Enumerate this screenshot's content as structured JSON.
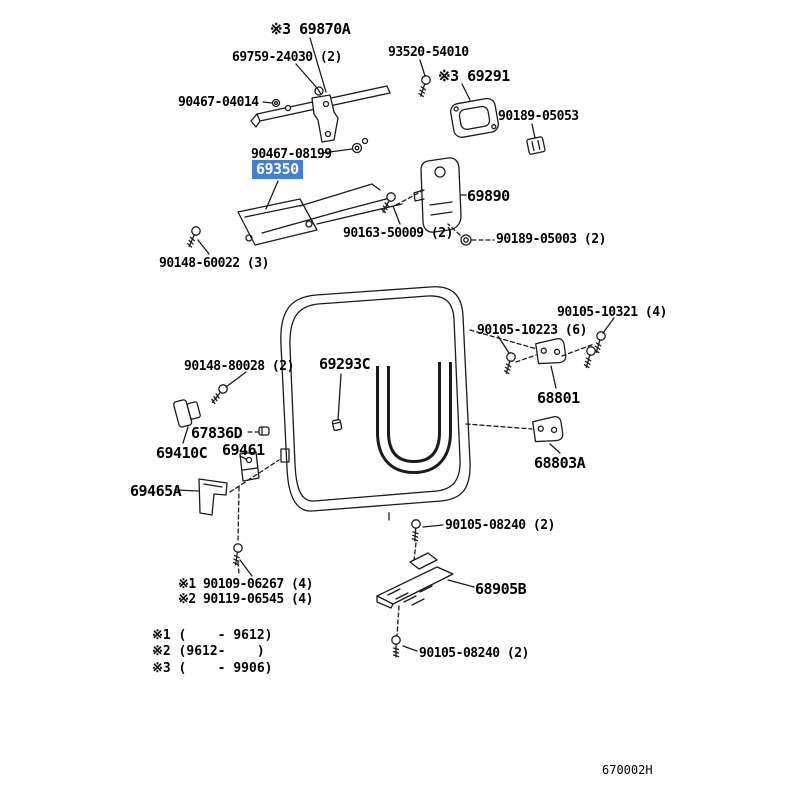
{
  "drawing_number": "670002H",
  "colors": {
    "highlight_bg": "#3f7fd6",
    "highlight_fg": "#ffffff",
    "line": "#1b1b1b"
  },
  "parts": [
    {
      "ref": "69870A",
      "text": "※3 69870A"
    },
    {
      "ref": "69759-24030",
      "text": "69759-24030 (2)"
    },
    {
      "ref": "93520-54010",
      "text": "93520-54010"
    },
    {
      "ref": "69291",
      "text": "※3 69291"
    },
    {
      "ref": "90467-04014",
      "text": "90467-04014"
    },
    {
      "ref": "90189-05053",
      "text": "90189-05053"
    },
    {
      "ref": "90467-08199",
      "text": "90467-08199"
    },
    {
      "ref": "69350",
      "text": "69350",
      "selected": true
    },
    {
      "ref": "69890",
      "text": "69890"
    },
    {
      "ref": "90163-50009",
      "text": "90163-50009 (2)"
    },
    {
      "ref": "90189-05003",
      "text": "90189-05003 (2)"
    },
    {
      "ref": "90148-60022",
      "text": "90148-60022 (3)"
    },
    {
      "ref": "90105-10321",
      "text": "90105-10321 (4)"
    },
    {
      "ref": "90105-10223",
      "text": "90105-10223 (6)"
    },
    {
      "ref": "90148-80028",
      "text": "90148-80028 (2)"
    },
    {
      "ref": "69293C",
      "text": "69293C"
    },
    {
      "ref": "68801",
      "text": "68801"
    },
    {
      "ref": "67836D",
      "text": "67836D"
    },
    {
      "ref": "69410C",
      "text": "69410C"
    },
    {
      "ref": "69461",
      "text": "69461"
    },
    {
      "ref": "68803A",
      "text": "68803A"
    },
    {
      "ref": "69465A",
      "text": "69465A"
    },
    {
      "ref": "90105-08240-upper",
      "text": "90105-08240 (2)"
    },
    {
      "ref": "90109-06267",
      "text": "※1 90109-06267 (4)"
    },
    {
      "ref": "90119-06545",
      "text": "※2 90119-06545 (4)"
    },
    {
      "ref": "68905B",
      "text": "68905B"
    },
    {
      "ref": "90105-08240-lower",
      "text": "90105-08240 (2)"
    }
  ],
  "footnotes": [
    {
      "text": "※1 (    - 9612)"
    },
    {
      "text": "※2 (9612-    )"
    },
    {
      "text": "※3 (    - 9906)"
    }
  ]
}
